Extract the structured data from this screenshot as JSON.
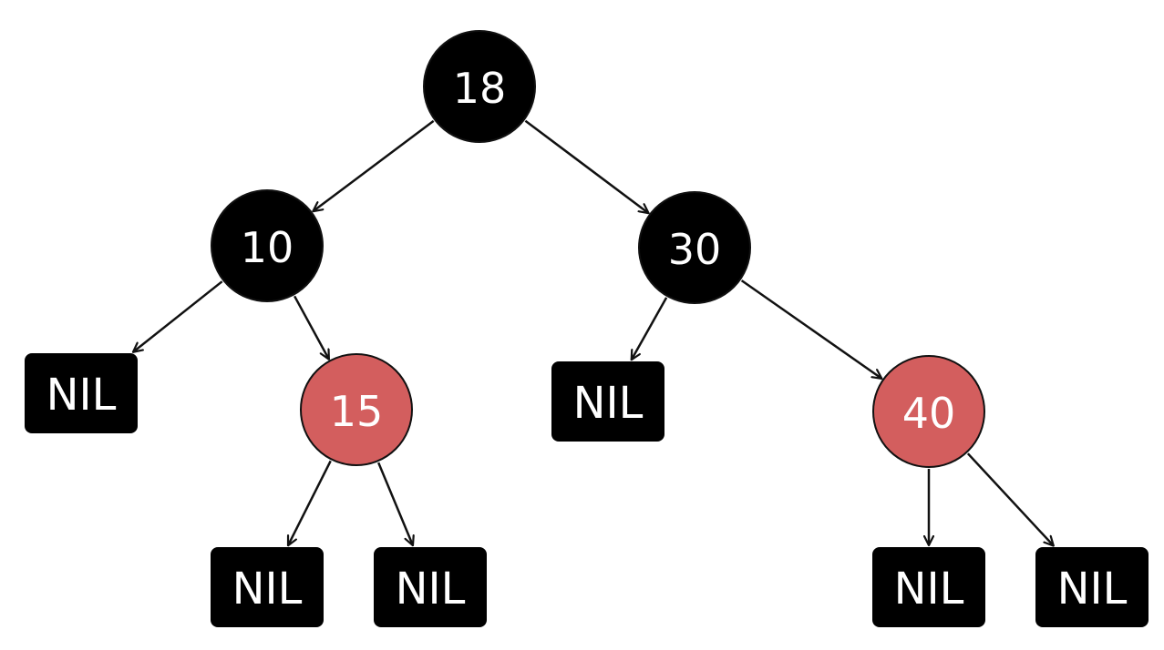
{
  "colors": {
    "black_node": "#000000",
    "red_node": "#d35e5e",
    "nil_node": "#000000",
    "label": "#ffffff",
    "edge": "#111111"
  },
  "nodes": [
    {
      "id": "n18",
      "label": "18",
      "kind": "black"
    },
    {
      "id": "n10",
      "label": "10",
      "kind": "black"
    },
    {
      "id": "n30",
      "label": "30",
      "kind": "black"
    },
    {
      "id": "n15",
      "label": "15",
      "kind": "red"
    },
    {
      "id": "n40",
      "label": "40",
      "kind": "red"
    },
    {
      "id": "nil1",
      "label": "NIL",
      "kind": "nil"
    },
    {
      "id": "nil2",
      "label": "NIL",
      "kind": "nil"
    },
    {
      "id": "nil3",
      "label": "NIL",
      "kind": "nil"
    },
    {
      "id": "nil4",
      "label": "NIL",
      "kind": "nil"
    },
    {
      "id": "nil5",
      "label": "NIL",
      "kind": "nil"
    },
    {
      "id": "nil6",
      "label": "NIL",
      "kind": "nil"
    }
  ],
  "edges": [
    {
      "from": "n18",
      "to": "n10"
    },
    {
      "from": "n18",
      "to": "n30"
    },
    {
      "from": "n10",
      "to": "nil1"
    },
    {
      "from": "n10",
      "to": "n15"
    },
    {
      "from": "n15",
      "to": "nil2"
    },
    {
      "from": "n15",
      "to": "nil3"
    },
    {
      "from": "n30",
      "to": "nil4"
    },
    {
      "from": "n30",
      "to": "n40"
    },
    {
      "from": "n40",
      "to": "nil5"
    },
    {
      "from": "n40",
      "to": "nil6"
    }
  ]
}
